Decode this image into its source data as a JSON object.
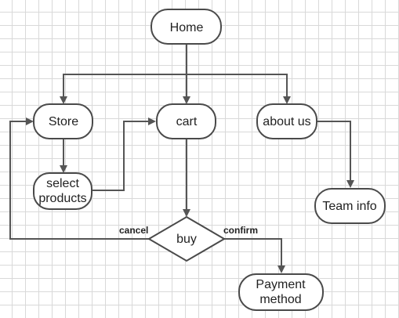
{
  "diagram": {
    "nodes": {
      "home": {
        "label": "Home"
      },
      "store": {
        "label": "Store"
      },
      "cart": {
        "label": "cart"
      },
      "about": {
        "label": "about us"
      },
      "select": {
        "label_line1": "select",
        "label_line2": "products"
      },
      "team": {
        "label": "Team info"
      },
      "buy": {
        "label": "buy"
      },
      "payment": {
        "label_line1": "Payment",
        "label_line2": "method"
      }
    },
    "edges": {
      "cancel": {
        "label": "cancel"
      },
      "confirm": {
        "label": "confirm"
      }
    },
    "colors": {
      "stroke": "#4a4a4a",
      "edge": "#555555",
      "grid": "#d9d9d9",
      "background": "#ffffff"
    }
  }
}
